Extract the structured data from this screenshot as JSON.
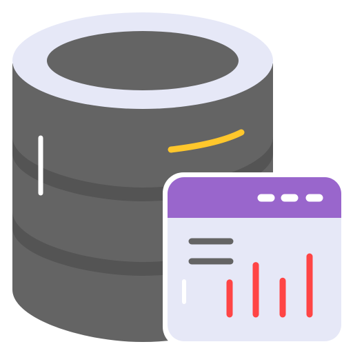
{
  "icon": {
    "name": "database-analytics-icon",
    "colors": {
      "db_body": "#646464",
      "db_band_shadow": "#545454",
      "db_top_rim": "#e6e8f7",
      "db_top_inner": "#646464",
      "db_highlight": "#ffffff",
      "db_accent": "#ffc72c",
      "window_header": "#9966cc",
      "window_body": "#e6e8f7",
      "window_dots": "#ffffff",
      "text_lines": "#646464",
      "bars": "#ff4545",
      "window_highlight": "#ffffff"
    },
    "bars": {
      "count": 4,
      "levels": [
        0.55,
        0.85,
        0.58,
        1.0
      ]
    },
    "window_dots_count": 3
  }
}
